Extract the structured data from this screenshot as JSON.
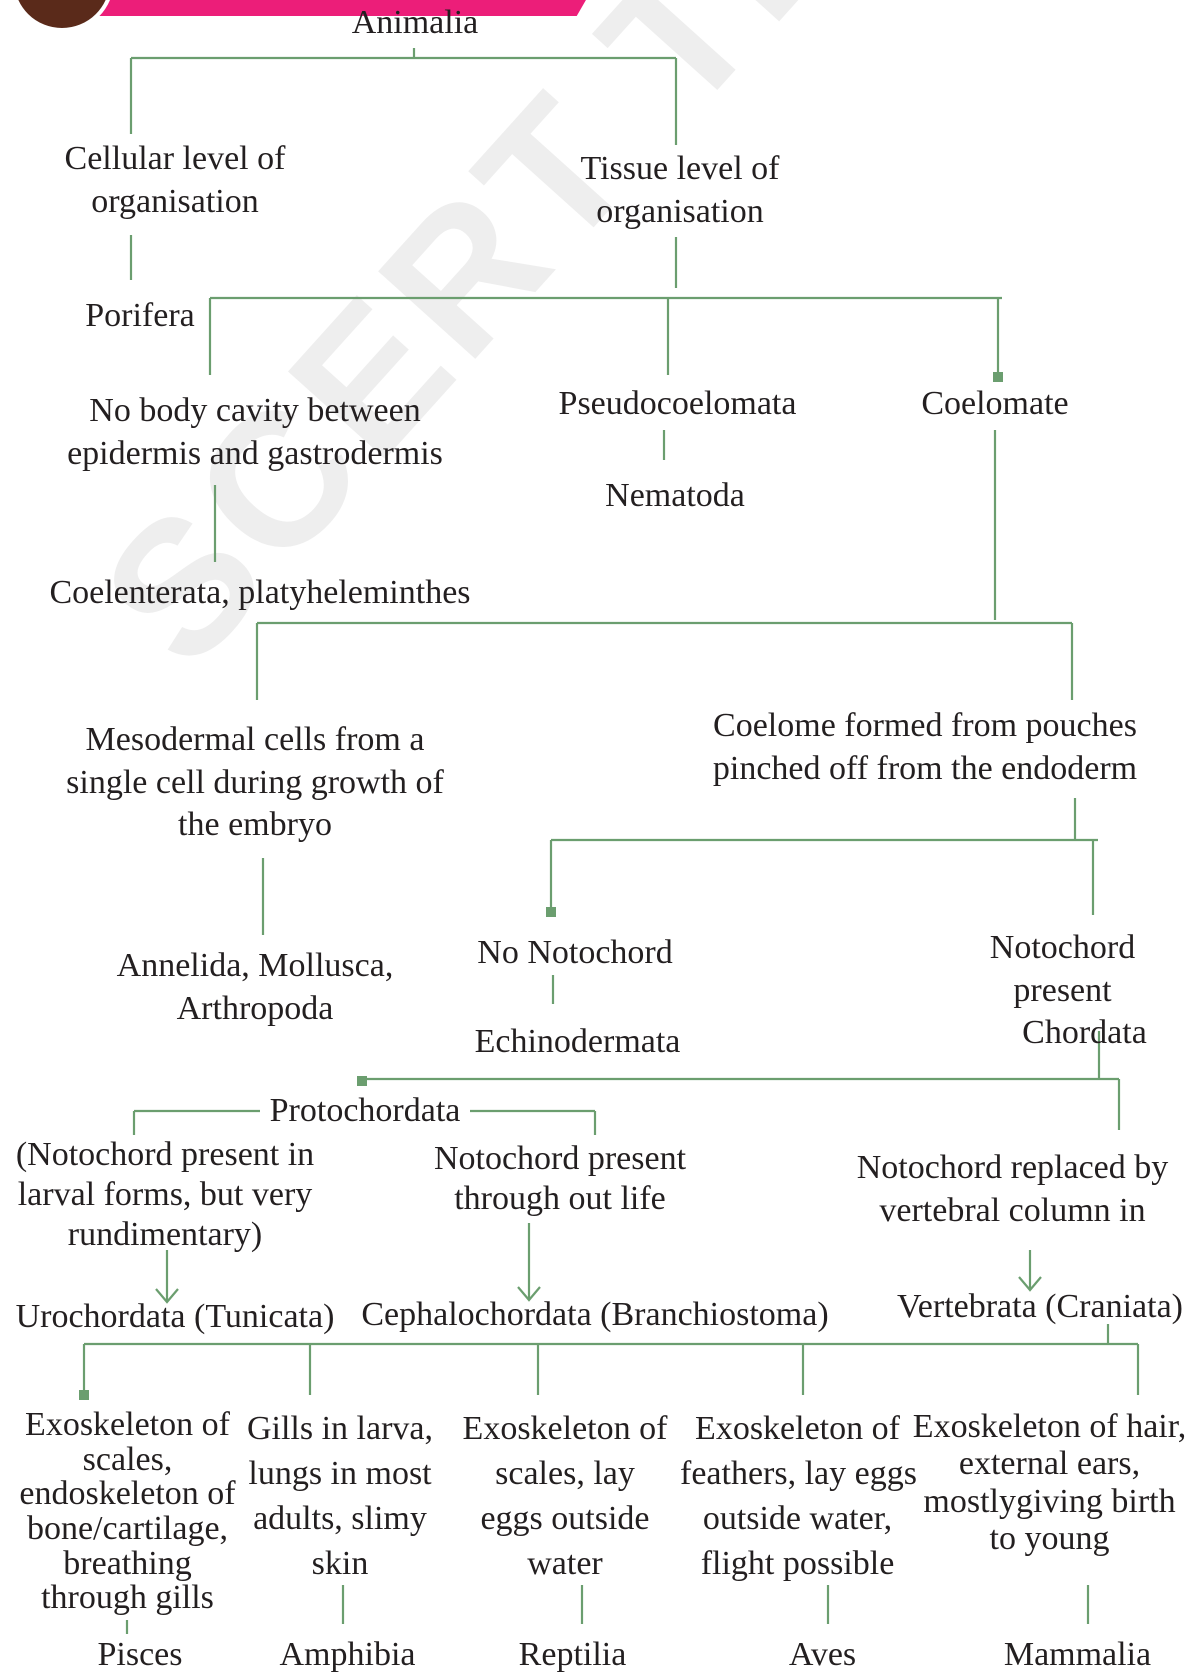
{
  "watermark": "SCERT TELANGANA",
  "colors": {
    "line": "#6b9e6f",
    "text": "#231f20",
    "accent": "#ec1e79"
  },
  "diagram": {
    "animalia": "Animalia",
    "cellular": [
      "Cellular level of",
      "organisation"
    ],
    "tissue": [
      "Tissue level of",
      "organisation"
    ],
    "porifera": "Porifera",
    "no_body_cavity": [
      "No body cavity between",
      "epidermis and gastrodermis"
    ],
    "coelenterata": "Coelenterata, platyheleminthes",
    "pseudocoelomata": "Pseudocoelomata",
    "nematoda": "Nematoda",
    "coelomate": "Coelomate",
    "mesodermal": [
      "Mesodermal cells from a",
      "single cell during growth of",
      "the embryo"
    ],
    "annelida": [
      "Annelida, Mollusca,",
      "Arthropoda"
    ],
    "coelome_pouches": [
      "Coelome formed from pouches",
      "pinched off from the endoderm"
    ],
    "no_notochord": "No Notochord",
    "echinodermata": "Echinodermata",
    "notochord_present": [
      "Notochord",
      "present",
      "Chordata"
    ],
    "protochordata": "Protochordata",
    "notochord_larval": [
      "(Notochord present in",
      "larval forms, but very",
      "rundimentary)"
    ],
    "notochord_life": [
      "Notochord present",
      "through out life"
    ],
    "notochord_replaced": [
      "Notochord replaced by",
      "vertebral column in"
    ],
    "urochordata": "Urochordata (Tunicata)",
    "cephalochordata": "Cephalochordata (Branchiostoma)",
    "vertebrata": "Vertebrata (Craniata)",
    "pisces_desc": [
      "Exoskeleton of",
      "scales,",
      "endoskeleton of",
      "bone/cartilage,",
      "breathing",
      "through gills"
    ],
    "amphibia_desc": [
      "Gills in larva,",
      "lungs in most",
      "adults, slimy",
      "skin"
    ],
    "reptilia_desc": [
      "Exoskeleton of",
      "scales, lay",
      "eggs outside",
      "water"
    ],
    "aves_desc": [
      "Exoskeleton of",
      "feathers, lay eggs",
      "outside water,",
      "flight possible"
    ],
    "mammalia_desc": [
      "Exoskeleton of hair,",
      "external ears,",
      "mostlygiving birth",
      "to young"
    ],
    "pisces": "Pisces",
    "amphibia": "Amphibia",
    "reptilia": "Reptilia",
    "aves": "Aves",
    "mammalia": "Mammalia"
  }
}
